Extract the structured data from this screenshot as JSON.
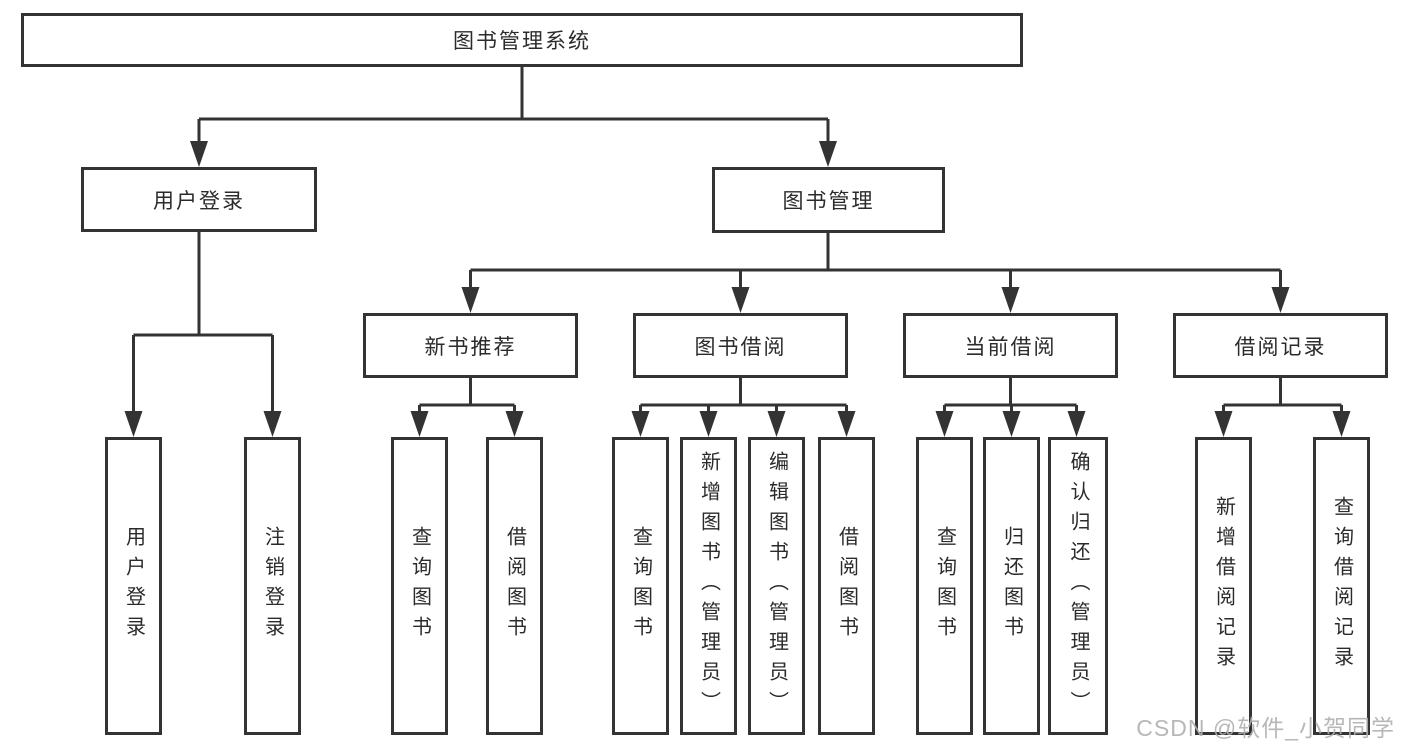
{
  "diagram": {
    "root": {
      "label": "图书管理系统"
    },
    "branches": [
      {
        "label": "用户登录",
        "children": [
          {
            "label": "用户登录"
          },
          {
            "label": "注销登录"
          }
        ]
      },
      {
        "label": "图书管理",
        "children": [
          {
            "label": "新书推荐",
            "children": [
              {
                "label": "查询图书"
              },
              {
                "label": "借阅图书"
              }
            ]
          },
          {
            "label": "图书借阅",
            "children": [
              {
                "label": "查询图书"
              },
              {
                "label": "新增图书（管理员）"
              },
              {
                "label": "编辑图书（管理员）"
              },
              {
                "label": "借阅图书"
              }
            ]
          },
          {
            "label": "当前借阅",
            "children": [
              {
                "label": "查询图书"
              },
              {
                "label": "归还图书"
              },
              {
                "label": "确认归还（管理员）"
              }
            ]
          },
          {
            "label": "借阅记录",
            "children": [
              {
                "label": "新增借阅记录"
              },
              {
                "label": "查询借阅记录"
              }
            ]
          }
        ]
      }
    ]
  },
  "watermark": {
    "text": "CSDN @软件_小贺同学"
  },
  "colors": {
    "line": "#333333",
    "text": "#2b2b2b",
    "background": "#ffffff",
    "watermark": "#b0b0b0"
  }
}
